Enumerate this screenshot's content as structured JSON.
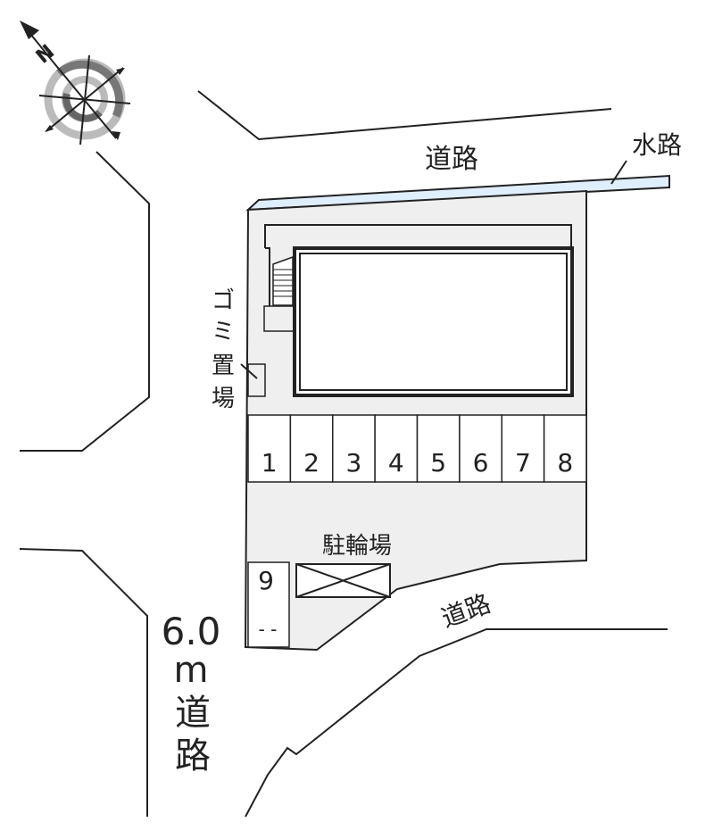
{
  "compass": {
    "north_label": "N"
  },
  "labels": {
    "top_road": "道路",
    "waterway": "水路",
    "garbage": [
      "ゴ",
      "ミ",
      "置",
      "場"
    ],
    "bike_parking": "駐輪場",
    "bottom_road": "道路",
    "left_road_width": "6.0",
    "left_road_unit": "m",
    "left_road": [
      "道",
      "路"
    ]
  },
  "parking": {
    "spaces": [
      "1",
      "2",
      "3",
      "4",
      "5",
      "6",
      "7",
      "8"
    ],
    "extra_space": "9",
    "extra_marker": "- -"
  },
  "colors": {
    "lot": "#efefef",
    "water": "#dfeefc",
    "line": "#222222"
  }
}
